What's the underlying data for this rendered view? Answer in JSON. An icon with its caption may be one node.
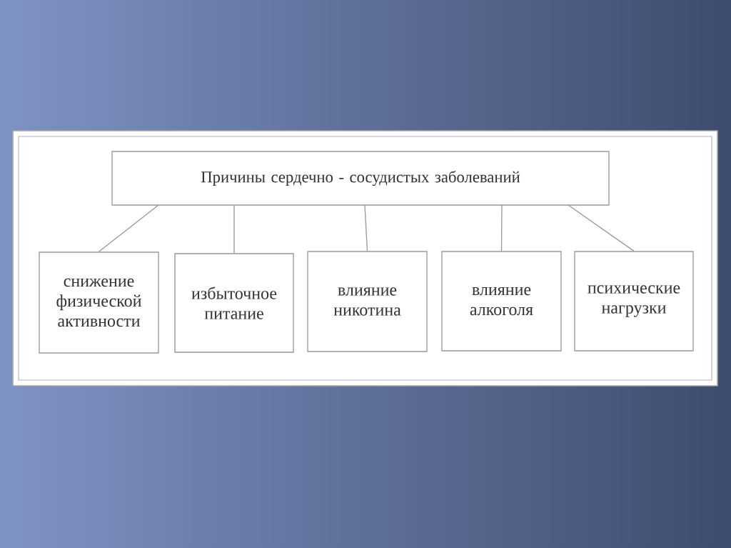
{
  "diagram": {
    "nodes": [
      {
        "text": [
          "Причины сердечно - сосудистых заболеваний"
        ]
      },
      {
        "text": [
          "снижение физической активности"
        ]
      },
      {
        "text": [
          "избыточное питание"
        ]
      },
      {
        "text": [
          "влияние никотина"
        ]
      },
      {
        "text": [
          "влияние алкоголя"
        ]
      },
      {
        "text": [
          "психические нагрузки"
        ]
      }
    ],
    "edges": [
      {
        "from": 0,
        "to": 1,
        "arrow": "none"
      },
      {
        "from": 0,
        "to": 2,
        "arrow": "none"
      },
      {
        "from": 0,
        "to": 3,
        "arrow": "none"
      },
      {
        "from": 0,
        "to": 4,
        "arrow": "none"
      },
      {
        "from": 0,
        "to": 5,
        "arrow": "none"
      }
    ]
  }
}
